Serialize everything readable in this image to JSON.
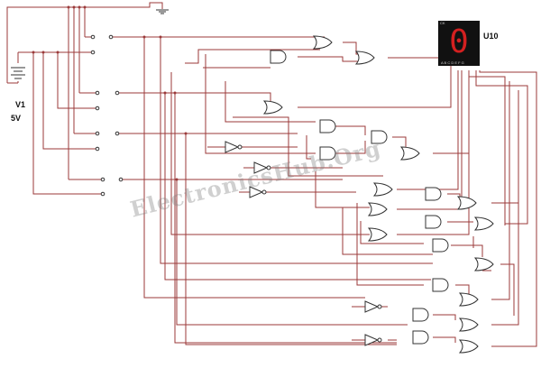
{
  "source": {
    "name": "V1",
    "voltage": "5V"
  },
  "display": {
    "name": "U10",
    "digit": "0",
    "pins": "A B C D E F G",
    "top_label": "CK"
  },
  "watermark": "ElectronicsHub.Org",
  "colors": {
    "wire": "#9b3a3a",
    "segment_on": "#d42020",
    "display_bg": "#111111"
  }
}
